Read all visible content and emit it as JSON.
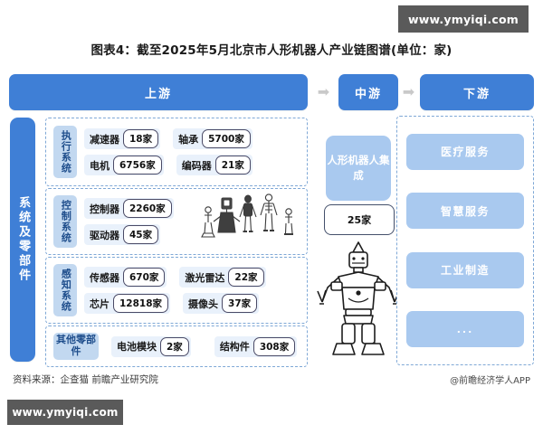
{
  "watermark": {
    "top": "www.ymyiqi.com",
    "bottom": "www.ymyiqi.com"
  },
  "title": "图表4：截至2025年5月北京市人形机器人产业链图谱(单位：家)",
  "header": {
    "upstream": "上游",
    "midstream": "中游",
    "downstream": "下游",
    "arrow": "➡"
  },
  "spine": {
    "label": "系统及零部件"
  },
  "upstream": {
    "groups": [
      {
        "tag": "执行系统",
        "rows": [
          [
            {
              "label": "减速器",
              "value": "18家"
            },
            {
              "label": "轴承",
              "value": "5700家"
            }
          ],
          [
            {
              "label": "电机",
              "value": "6756家"
            },
            {
              "label": "编码器",
              "value": "21家"
            }
          ]
        ]
      },
      {
        "tag": "控制系统",
        "rows": [
          [
            {
              "label": "控制器",
              "value": "2260家"
            }
          ],
          [
            {
              "label": "驱动器",
              "value": "45家"
            }
          ]
        ]
      },
      {
        "tag": "感知系统",
        "rows": [
          [
            {
              "label": "传感器",
              "value": "670家"
            },
            {
              "label": "激光雷达",
              "value": "22家"
            }
          ],
          [
            {
              "label": "芯片",
              "value": "12818家"
            },
            {
              "label": "摄像头",
              "value": "37家"
            }
          ]
        ]
      },
      {
        "tag": "其他零部件",
        "rows": [
          [
            {
              "label": "电池模块",
              "value": "2家"
            },
            {
              "label": "结构件",
              "value": "308家"
            }
          ]
        ]
      }
    ]
  },
  "midstream": {
    "label": "人形机器人集成",
    "count": "25家"
  },
  "downstream": {
    "items": [
      {
        "label": "医疗服务"
      },
      {
        "label": "智慧服务"
      },
      {
        "label": "工业制造"
      },
      {
        "label": "..."
      }
    ]
  },
  "footer": {
    "source": "资料来源：企查猫 前瞻产业研究院",
    "app": "@前瞻经济学人APP"
  },
  "colors": {
    "header_blue": "#3f7fd6",
    "light_blue": "#a9c9ef",
    "tag_blue": "#c2d8f0",
    "cell_bg": "#e9f1fb",
    "dashed_border": "#7fa8d6",
    "watermark_bg": "#5a5a5a"
  }
}
